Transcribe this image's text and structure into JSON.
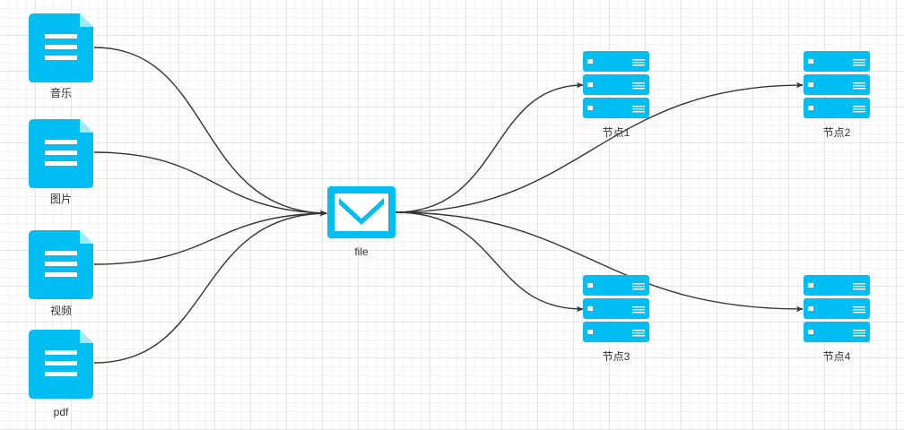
{
  "colors": {
    "icon": "#00BEF2",
    "edge": "#333333",
    "label": "#333333"
  },
  "diagram": {
    "sources": [
      {
        "label": "音乐",
        "icon": "document-icon"
      },
      {
        "label": "图片",
        "icon": "document-icon"
      },
      {
        "label": "视频",
        "icon": "document-icon"
      },
      {
        "label": "pdf",
        "icon": "document-icon"
      }
    ],
    "hub": {
      "label": "file",
      "icon": "mail-icon"
    },
    "targets": [
      {
        "label": "节点1",
        "icon": "server-icon"
      },
      {
        "label": "节点2",
        "icon": "server-icon"
      },
      {
        "label": "节点3",
        "icon": "server-icon"
      },
      {
        "label": "节点4",
        "icon": "server-icon"
      }
    ]
  }
}
